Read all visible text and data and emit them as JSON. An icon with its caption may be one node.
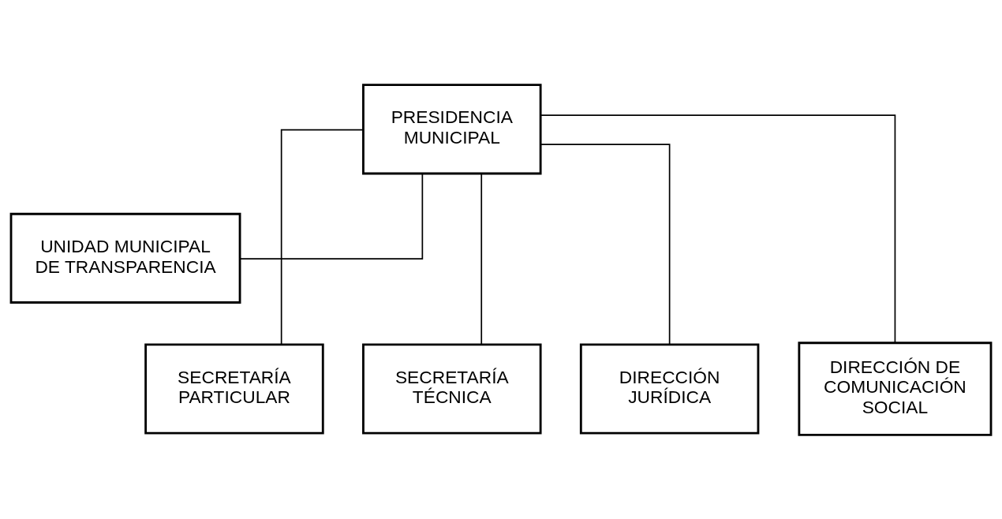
{
  "diagram": {
    "nodes": [
      {
        "text": [
          "PRESIDENCIA MUNICIPAL"
        ]
      },
      {
        "text": [
          "UNIDAD MUNICIPAL DE TRANSPARENCIA"
        ]
      },
      {
        "text": [
          "SECRETARÍA PARTICULAR"
        ]
      },
      {
        "text": [
          "SECRETARÍA TÉCNICA"
        ]
      },
      {
        "text": [
          "DIRECCIÓN JURÍDICA"
        ]
      },
      {
        "text": [
          "DIRECCIÓN DE COMUNICACIÓN SOCIAL"
        ]
      }
    ],
    "edges": [
      {
        "from": 0,
        "to": 1,
        "arrow": "none"
      },
      {
        "from": 0,
        "to": 2,
        "arrow": "none"
      },
      {
        "from": 0,
        "to": 3,
        "arrow": "none"
      },
      {
        "from": 0,
        "to": 4,
        "arrow": "none"
      },
      {
        "from": 0,
        "to": 5,
        "arrow": "none"
      }
    ]
  }
}
